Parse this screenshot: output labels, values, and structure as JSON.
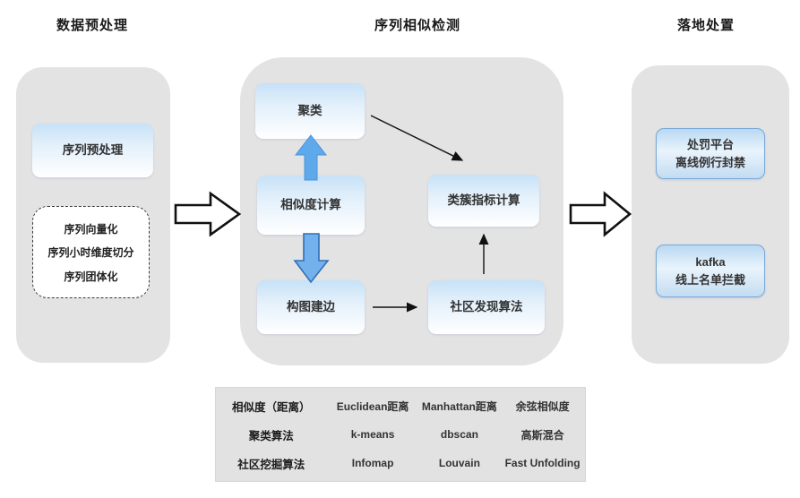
{
  "columns": {
    "left_header": "数据预处理",
    "middle_header": "序列相似检测",
    "right_header": "落地处置"
  },
  "preprocess": {
    "main_box": "序列预处理",
    "steps": [
      "序列向量化",
      "序列小时维度切分",
      "序列团体化"
    ]
  },
  "detection": {
    "cluster_box": "聚类",
    "similarity_box": "相似度计算",
    "graph_box": "构图建边",
    "metrics_box": "类簇指标计算",
    "community_box": "社区发现算法"
  },
  "disposal": {
    "punish_box": {
      "line1": "处罚平台",
      "line2": "离线例行封禁"
    },
    "kafka_box": {
      "line1": "kafka",
      "line2": "线上名单拦截"
    }
  },
  "legend_table": {
    "rows": [
      {
        "label": "相似度（距离）",
        "values": [
          "Euclidean距离",
          "Manhattan距离",
          "余弦相似度"
        ]
      },
      {
        "label": "聚类算法",
        "values": [
          "k-means",
          "dbscan",
          "高斯混合"
        ]
      },
      {
        "label": "社区挖掘算法",
        "values": [
          "Infomap",
          "Louvain",
          "Fast Unfolding"
        ]
      }
    ]
  },
  "colors": {
    "panel_bg": "#e3e3e4",
    "node_gradient_top": "#c7e1f7",
    "node_gradient_bottom": "#ffffff",
    "bordered_node_border": "#78a8d8",
    "blue_arrow_fill": "#5ea9ea",
    "blue_arrow_stroke": "#2f6fb8",
    "thin_arrow": "#111111",
    "legend_bg": "#e2e2e2",
    "text": "#333333"
  }
}
